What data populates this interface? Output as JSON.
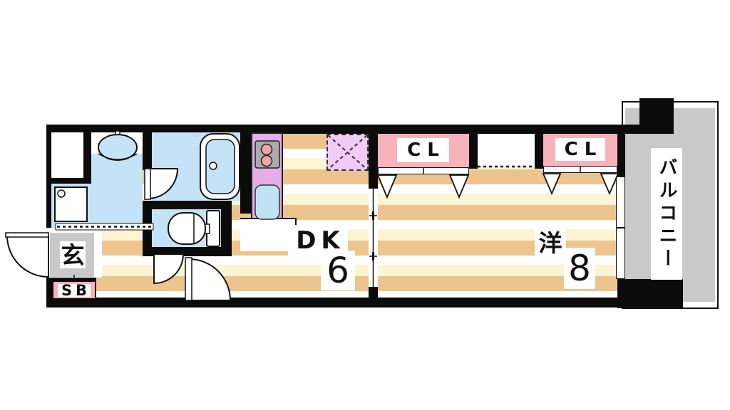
{
  "plan_type": "apartment-floorplan",
  "rooms": {
    "entrance": {
      "label": "玄",
      "type": "genkan-entrance"
    },
    "shoe_box": {
      "label": "SB",
      "type": "shoe-box"
    },
    "dining_kitchen": {
      "label": "DK",
      "size": "6",
      "type": "dining-kitchen-6-tatami"
    },
    "western_room": {
      "label": "洋",
      "size": "8",
      "type": "western-room-8-tatami"
    },
    "closet_1": {
      "label": "CL",
      "type": "closet"
    },
    "closet_2": {
      "label": "CL",
      "type": "closet"
    },
    "balcony": {
      "label": "バルコニー",
      "type": "balcony"
    }
  },
  "fixtures": [
    "wash-basin",
    "washing-machine-pan",
    "bathtub",
    "toilet",
    "gas-stove-2-burner",
    "kitchen-sink",
    "refrigerator-space",
    "sliding-partition-door",
    "hinged-doors",
    "closet-folding-doors",
    "balcony-window"
  ],
  "colors": {
    "wall": "#0b0b0b",
    "wet-area-blue": "#c5e3f6",
    "closet-pink": "#f7b2bb",
    "kitchen-purple": "#e4aeea",
    "fridge-purple": "#f0ccf6",
    "floor-tan": "#ebc58d",
    "floor-cream": "#fcf4d5",
    "concrete-gray": "#c9c9c9"
  }
}
